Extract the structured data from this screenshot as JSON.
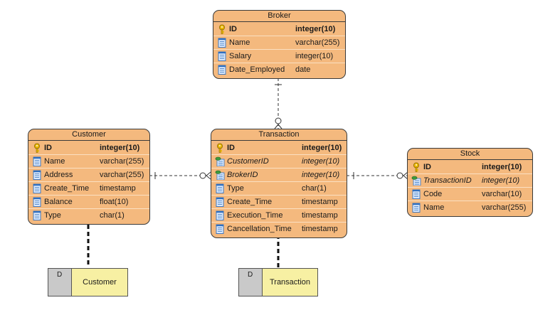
{
  "entities": {
    "broker": {
      "title": "Broker",
      "columns": [
        {
          "name": "ID",
          "type": "integer(10)",
          "kind": "pk"
        },
        {
          "name": "Name",
          "type": "varchar(255)",
          "kind": "col"
        },
        {
          "name": "Salary",
          "type": "integer(10)",
          "kind": "col"
        },
        {
          "name": "Date_Employed",
          "type": "date",
          "kind": "col"
        }
      ]
    },
    "customer": {
      "title": "Customer",
      "columns": [
        {
          "name": "ID",
          "type": "integer(10)",
          "kind": "pk"
        },
        {
          "name": "Name",
          "type": "varchar(255)",
          "kind": "col"
        },
        {
          "name": "Address",
          "type": "varchar(255)",
          "kind": "col"
        },
        {
          "name": "Create_Time",
          "type": "timestamp",
          "kind": "col"
        },
        {
          "name": "Balance",
          "type": "float(10)",
          "kind": "col"
        },
        {
          "name": "Type",
          "type": "char(1)",
          "kind": "col"
        }
      ]
    },
    "transaction": {
      "title": "Transaction",
      "columns": [
        {
          "name": "ID",
          "type": "integer(10)",
          "kind": "pk"
        },
        {
          "name": "CustomerID",
          "type": "integer(10)",
          "kind": "fk"
        },
        {
          "name": "BrokerID",
          "type": "integer(10)",
          "kind": "fk"
        },
        {
          "name": "Type",
          "type": "char(1)",
          "kind": "col"
        },
        {
          "name": "Create_Time",
          "type": "timestamp",
          "kind": "col"
        },
        {
          "name": "Execution_Time",
          "type": "timestamp",
          "kind": "col"
        },
        {
          "name": "Cancellation_Time",
          "type": "timestamp",
          "kind": "col"
        }
      ]
    },
    "stock": {
      "title": "Stock",
      "columns": [
        {
          "name": "ID",
          "type": "integer(10)",
          "kind": "pk"
        },
        {
          "name": "TransactionID",
          "type": "integer(10)",
          "kind": "fk"
        },
        {
          "name": "Code",
          "type": "varchar(10)",
          "kind": "col"
        },
        {
          "name": "Name",
          "type": "varchar(255)",
          "kind": "col"
        }
      ]
    }
  },
  "data_stores": {
    "customer": {
      "id": "D",
      "label": "Customer"
    },
    "transaction": {
      "id": "D",
      "label": "Transaction"
    }
  },
  "relationships": [
    {
      "from": "Broker",
      "to": "Transaction",
      "cardinality": "one-to-many"
    },
    {
      "from": "Customer",
      "to": "Transaction",
      "cardinality": "one-to-many"
    },
    {
      "from": "Transaction",
      "to": "Stock",
      "cardinality": "one-to-many"
    }
  ],
  "colors": {
    "entity_fill": "#f4b97e",
    "entity_border": "#3a3a3a",
    "store_fill": "#f7f0a3",
    "store_id_fill": "#c9c9c9",
    "key_icon": "#e8b400",
    "column_icon": "#3a7fd5"
  },
  "icons": {
    "pk": "primary-key-icon",
    "fk": "foreign-key-icon",
    "col": "column-icon"
  }
}
